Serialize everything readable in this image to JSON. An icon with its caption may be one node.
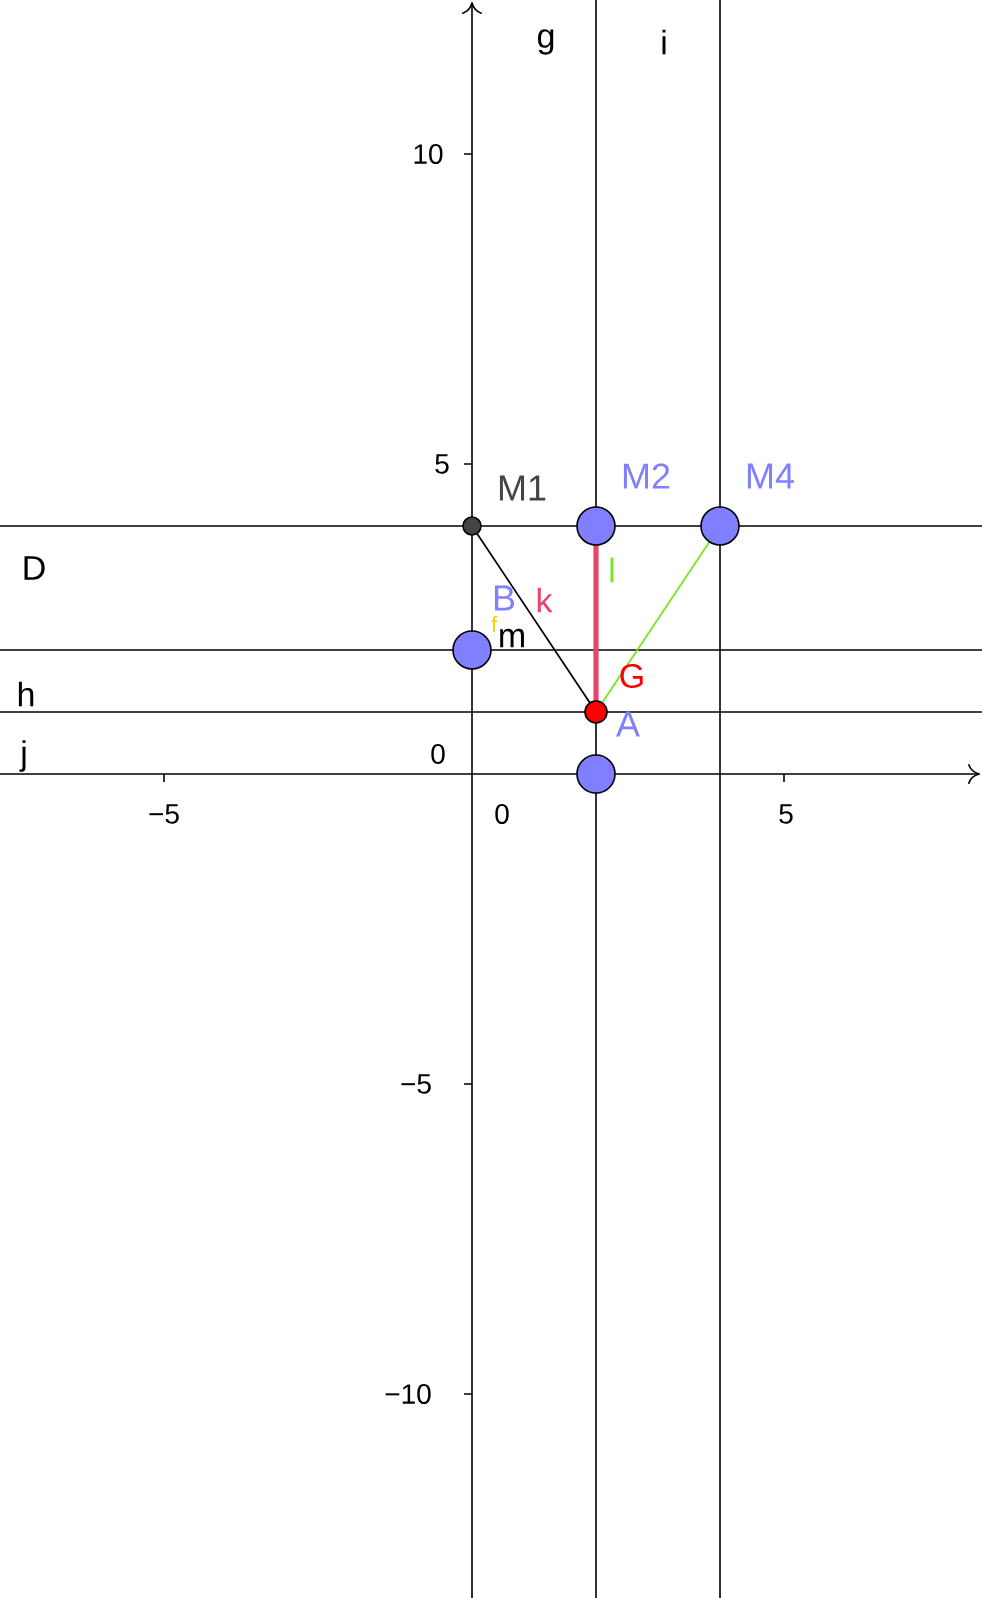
{
  "diagram": {
    "nodes": [
      {
        "text": [
          "M1"
        ]
      },
      {
        "text": [
          "M2"
        ]
      },
      {
        "text": [
          "M4"
        ]
      },
      {
        "text": [
          "B"
        ]
      },
      {
        "text": [
          "A"
        ]
      },
      {
        "text": [],
        "shape": "circle"
      }
    ],
    "edges": [
      {
        "from": 0,
        "to": 4,
        "arrow": "none",
        "color": "#000000"
      },
      {
        "from": 1,
        "to": 4,
        "arrow": "none",
        "color": "#e8456c",
        "style": "thick"
      },
      {
        "from": 2,
        "to": 4,
        "arrow": "none",
        "color": "#77e622"
      }
    ],
    "labels": [
      "g",
      "i",
      "10",
      "5",
      "D",
      "k",
      "l",
      "m",
      "f",
      "h",
      "G",
      "j",
      "0",
      "−5",
      "0",
      "5",
      "−5",
      "−10"
    ]
  }
}
